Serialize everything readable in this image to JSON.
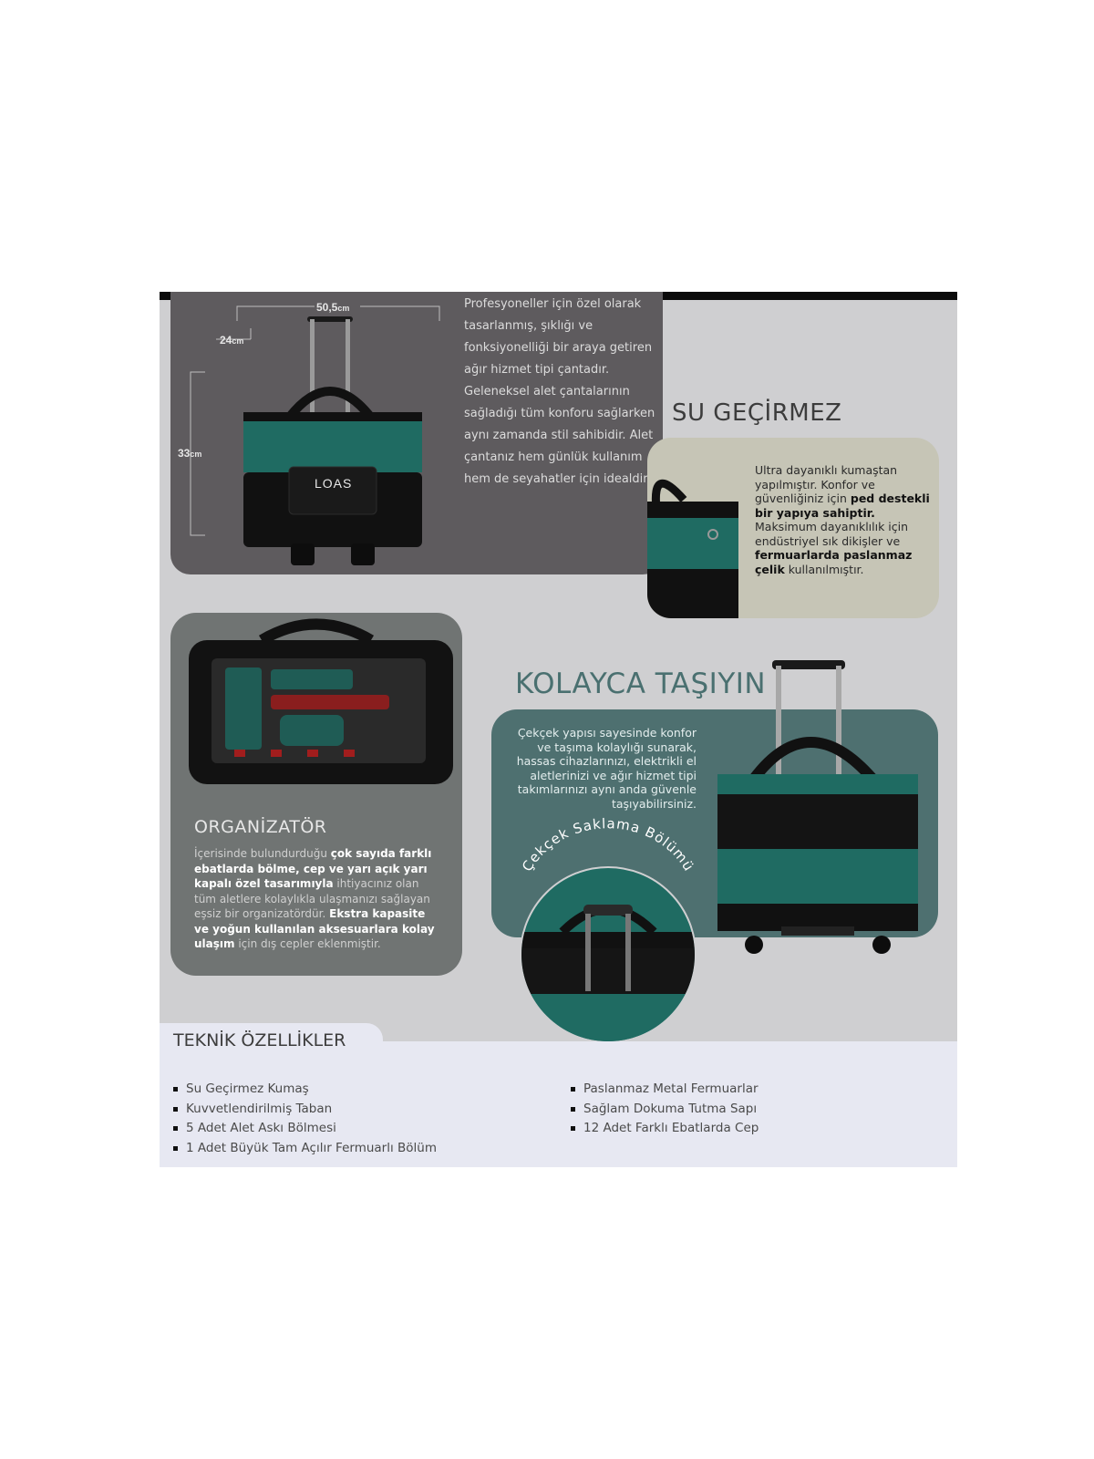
{
  "intro": {
    "dimension_width": "50,5",
    "dimension_depth": "24",
    "dimension_height": "33",
    "dimension_unit": "cm",
    "brand_logo": "LOAS",
    "text": "Profesyoneller için özel olarak tasarlanmış, şıklığı ve fonksiyonelliği bir araya getiren ağır hizmet tipi çantadır. Geleneksel alet çantalarının sağladığı tüm konforu sağlarken aynı zamanda stil sahibidir. Alet çantanız hem günlük kullanım hem de seyahatler için idealdir."
  },
  "su_gecirmez": {
    "title": "SU GEÇİRMEZ",
    "text_1": "Ultra dayanıklı kumaştan yapılmıştır. Konfor ve güvenliğiniz için ",
    "bold_1": "ped destekli bir yapıya sahiptir.",
    "text_2": " Maksimum dayanıklılık için endüstriyel sık dikişler ve ",
    "bold_2": "fermuarlarda paslanmaz çelik",
    "text_3": " kullanılmıştır."
  },
  "organizator": {
    "title": "ORGANİZATÖR",
    "text_1": "İçerisinde bulundurduğu ",
    "bold_1": "çok sayıda farklı ebatlarda bölme, cep ve yarı açık yarı kapalı özel tasarımıyla",
    "text_2": " ihtiyacınız olan tüm aletlere kolaylıkla ulaşmanızı sağlayan eşsiz bir organizatördür. ",
    "bold_2": "Ekstra kapasite ve yoğun kullanılan aksesuarlara kolay ulaşım",
    "text_3": " için dış cepler eklenmiştir."
  },
  "kolayca": {
    "title": "KOLAYCA TAŞIYIN",
    "text": "Çekçek yapısı sayesinde konfor ve taşıma kolaylığı sunarak, hassas cihazlarınızı, elektrikli el aletlerinizi ve ağır hizmet tipi takımlarınızı aynı anda güvenle taşıyabilirsiniz.",
    "curved_label": "Çekçek Saklama Bölümü"
  },
  "teknik": {
    "title": "TEKNİK ÖZELLİKLER",
    "left_items": [
      "Su Geçirmez Kumaş",
      "Kuvvetlendirilmiş Taban",
      "5 Adet Alet Askı Bölmesi",
      "1 Adet Büyük Tam Açılır Fermuarlı Bölüm"
    ],
    "right_items": [
      "Paslanmaz Metal Fermuarlar",
      "Sağlam Dokuma Tutma Sapı",
      "12 Adet Farklı Ebatlarda Cep"
    ]
  },
  "colors": {
    "teal_brand": "#1f6b62",
    "panel_dark": "#5e5b5e",
    "panel_teal": "#4e7070",
    "panel_beige": "#c6c5b6"
  }
}
